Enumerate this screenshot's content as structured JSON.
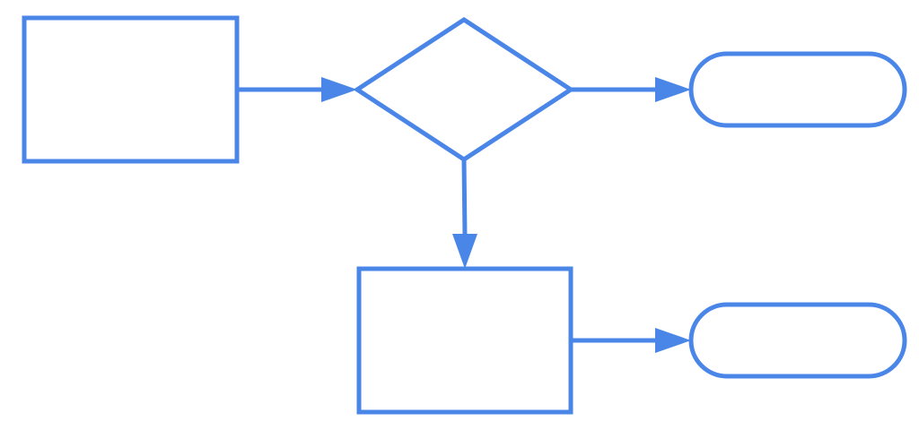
{
  "diagram": {
    "type": "flowchart",
    "colors": {
      "stroke": "#4a86e8",
      "fill": "#ffffff"
    },
    "nodes": [
      {
        "id": "process-1",
        "shape": "rectangle",
        "label": ""
      },
      {
        "id": "decision-1",
        "shape": "diamond",
        "label": ""
      },
      {
        "id": "terminal-1",
        "shape": "rounded-terminator",
        "label": ""
      },
      {
        "id": "process-2",
        "shape": "rectangle",
        "label": ""
      },
      {
        "id": "terminal-2",
        "shape": "rounded-terminator",
        "label": ""
      }
    ],
    "edges": [
      {
        "from": "process-1",
        "to": "decision-1",
        "label": ""
      },
      {
        "from": "decision-1",
        "to": "terminal-1",
        "label": ""
      },
      {
        "from": "decision-1",
        "to": "process-2",
        "label": ""
      },
      {
        "from": "process-2",
        "to": "terminal-2",
        "label": ""
      }
    ]
  }
}
